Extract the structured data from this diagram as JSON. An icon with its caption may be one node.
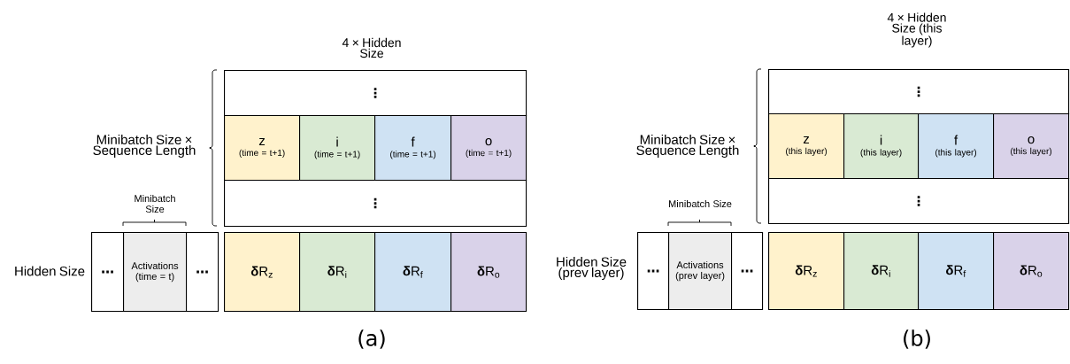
{
  "diagram": {
    "nodes": [
      {
        "text": [
          "⋮"
        ]
      },
      {
        "text": [
          "z",
          "(time = t+1)"
        ]
      },
      {
        "text": [
          "i",
          "(time = t+1)"
        ]
      },
      {
        "text": [
          "f",
          "(time = t+1)"
        ]
      },
      {
        "text": [
          "o",
          "(time = t+1)"
        ]
      },
      {
        "text": [
          "⋮"
        ]
      },
      {
        "text": [
          "…"
        ]
      },
      {
        "text": [
          "Activations (time = t)"
        ]
      },
      {
        "text": [
          "…"
        ]
      },
      {
        "text": [
          "**δ**R$_{z}$"
        ]
      },
      {
        "text": [
          "**δ**R$_{i}$"
        ]
      },
      {
        "text": [
          "**δ**R$_{f}$"
        ]
      },
      {
        "text": [
          "**δ**R$_{o}$"
        ]
      },
      {
        "text": [
          "⋮"
        ]
      },
      {
        "text": [
          "z",
          "(this layer)"
        ]
      },
      {
        "text": [
          "i",
          "(this layer)"
        ]
      },
      {
        "text": [
          "f",
          "(this layer)"
        ]
      },
      {
        "text": [
          "o",
          "(this layer)"
        ]
      },
      {
        "text": [
          "⋮"
        ]
      },
      {
        "text": [
          "…"
        ]
      },
      {
        "text": [
          "Activations (prev layer)"
        ]
      },
      {
        "text": [
          "…"
        ]
      },
      {
        "text": [
          "**δ**R$_{z}$"
        ]
      },
      {
        "text": [
          "**δ**R$_{i}$"
        ]
      },
      {
        "text": [
          "**δ**R$_{f}$"
        ]
      },
      {
        "text": [
          "**δ**R$_{o}$"
        ]
      }
    ],
    "labels": [
      "4 × Hidden Size",
      "Minibatch Size × Sequence Length",
      "Minibatch Size",
      "Hidden Size",
      "(a)",
      "4 × Hidden Size (this layer)",
      "Minibatch Size × Sequence Length",
      "Minibatch Size",
      "Hidden Size (prev layer)",
      "(b)"
    ]
  }
}
